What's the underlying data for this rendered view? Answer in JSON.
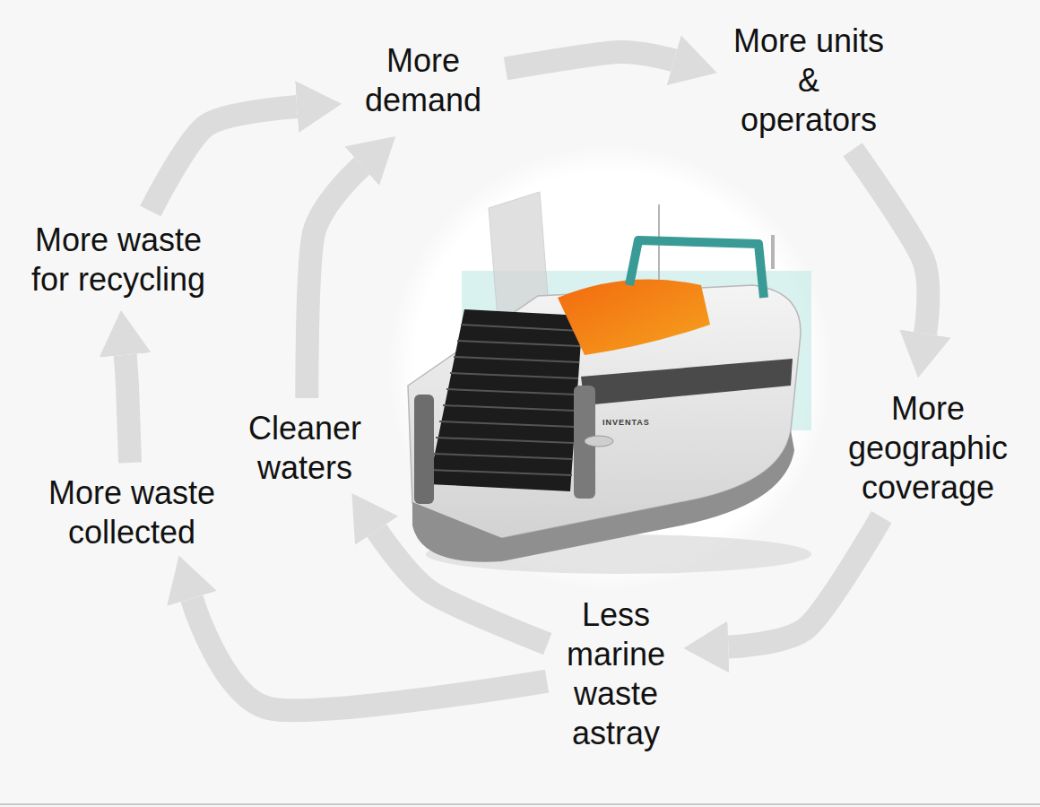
{
  "diagram": {
    "nodes": [
      {
        "text": [
          "More demand"
        ]
      },
      {
        "text": [
          "More units & operators"
        ]
      },
      {
        "text": [
          "More geographic coverage"
        ]
      },
      {
        "text": [
          "Less marine waste astray"
        ]
      },
      {
        "text": [
          "Cleaner waters"
        ]
      },
      {
        "text": [
          "More waste collected"
        ]
      },
      {
        "text": [
          "More waste for recycling"
        ]
      }
    ],
    "edges": [
      {
        "from": 0,
        "to": 1,
        "arrow": "to"
      },
      {
        "from": 1,
        "to": 2,
        "arrow": "to"
      },
      {
        "from": 2,
        "to": 3,
        "arrow": "to"
      },
      {
        "from": 3,
        "to": 4,
        "arrow": "to"
      },
      {
        "from": 3,
        "to": 5,
        "arrow": "to"
      },
      {
        "from": 4,
        "to": 0,
        "arrow": "to"
      },
      {
        "from": 5,
        "to": 6,
        "arrow": "to"
      },
      {
        "from": 6,
        "to": 0,
        "arrow": "to"
      }
    ],
    "labels": [
      "INVENTAS"
    ]
  }
}
